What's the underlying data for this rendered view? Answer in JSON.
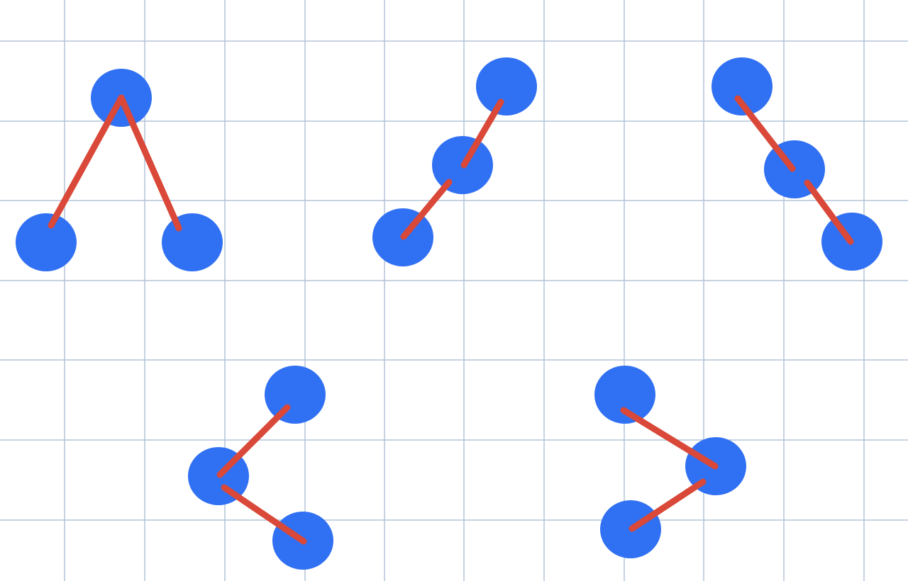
{
  "colors": {
    "background": "#ffffff",
    "grid": "#b4c3d9",
    "node": "#3070f2",
    "edge": "#d94838"
  },
  "figures": [
    {
      "name": "figure-1"
    },
    {
      "name": "figure-2"
    },
    {
      "name": "figure-3"
    },
    {
      "name": "figure-4"
    },
    {
      "name": "figure-5"
    }
  ]
}
